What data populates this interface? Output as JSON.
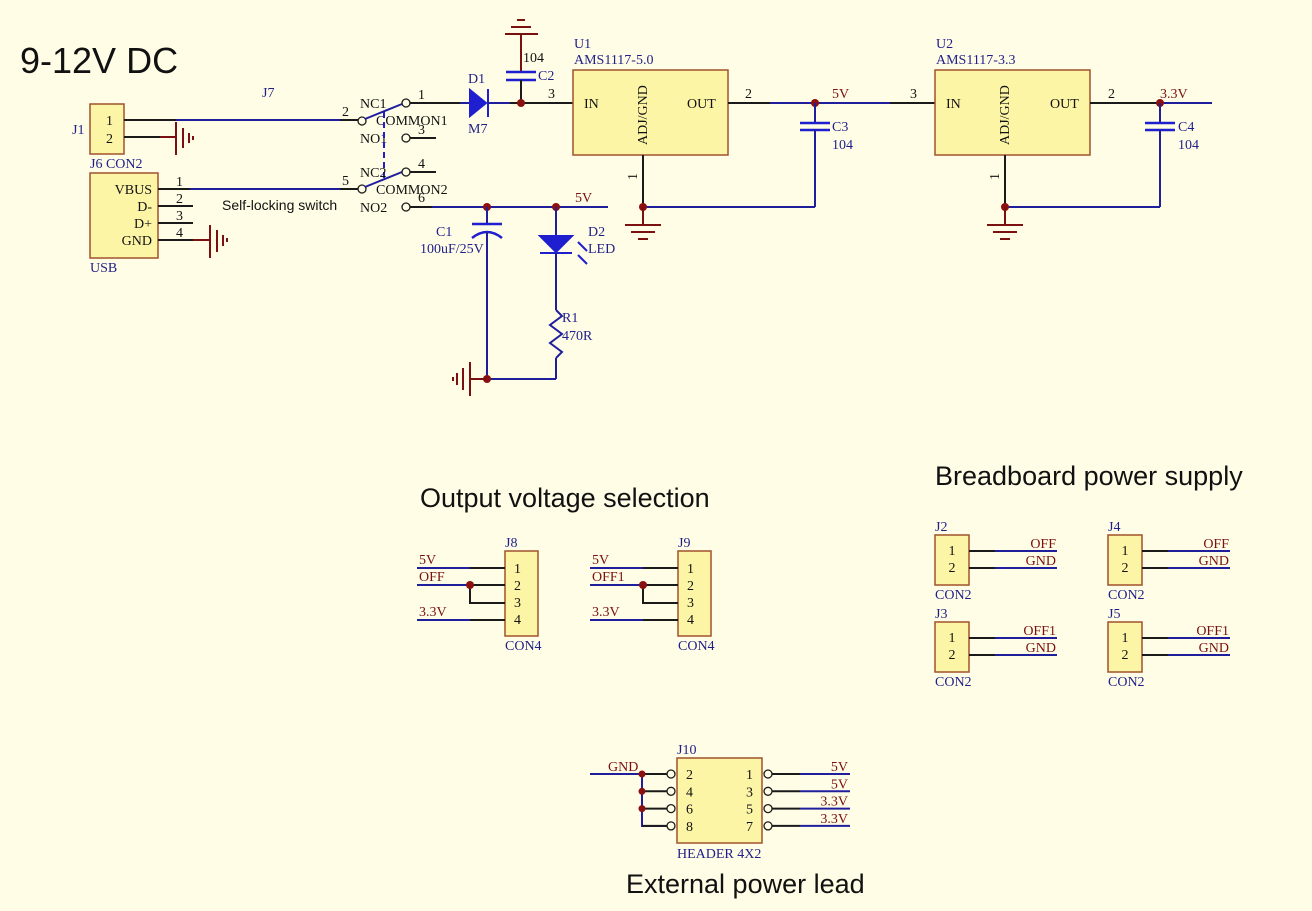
{
  "titles": {
    "input": "9-12V DC",
    "output_selection": "Output voltage selection",
    "breadboard": "Breadboard power supply",
    "external": "External power lead"
  },
  "j1": {
    "ref": "J1",
    "pins": [
      "1",
      "2"
    ],
    "value": "J6 CON2"
  },
  "usb": {
    "ref": "USB",
    "pins": [
      "VBUS",
      "D-",
      "D+",
      "GND"
    ],
    "pin_numbers": [
      "1",
      "2",
      "3",
      "4"
    ]
  },
  "j7": {
    "ref": "J7",
    "label": "Self-locking switch",
    "contacts": [
      "NC1",
      "COMMON1",
      "NO1",
      "NC2",
      "COMMON2",
      "NO2"
    ],
    "pin_numbers": [
      "1",
      "2",
      "3",
      "4",
      "5",
      "6"
    ]
  },
  "d1": {
    "ref": "D1",
    "value": "M7"
  },
  "c2": {
    "ref": "C2",
    "value": "104"
  },
  "u1": {
    "ref": "U1",
    "value": "AMS1117-5.0",
    "pins": {
      "in": "IN",
      "gnd": "ADJ/GND",
      "out": "OUT"
    },
    "pin_numbers": [
      "3",
      "1",
      "2"
    ]
  },
  "c3": {
    "ref": "C3",
    "value": "104"
  },
  "u2": {
    "ref": "U2",
    "value": "AMS1117-3.3",
    "pins": {
      "in": "IN",
      "gnd": "ADJ/GND",
      "out": "OUT"
    },
    "pin_numbers": [
      "3",
      "1",
      "2"
    ]
  },
  "c4": {
    "ref": "C4",
    "value": "104"
  },
  "c1": {
    "ref": "C1",
    "value": "100uF/25V"
  },
  "d2": {
    "ref": "D2",
    "value": "LED"
  },
  "r1": {
    "ref": "R1",
    "value": "470R"
  },
  "nets": {
    "v5": "5V",
    "v33": "3.3V",
    "off": "OFF",
    "off1": "OFF1",
    "gnd": "GND"
  },
  "j8": {
    "ref": "J8",
    "value": "CON4",
    "pins": [
      "1",
      "2",
      "3",
      "4"
    ],
    "nets": [
      "5V",
      "OFF",
      "3.3V"
    ]
  },
  "j9": {
    "ref": "J9",
    "value": "CON4",
    "pins": [
      "1",
      "2",
      "3",
      "4"
    ],
    "nets": [
      "5V",
      "OFF1",
      "3.3V"
    ]
  },
  "breadboard_connectors": [
    {
      "ref": "J2",
      "value": "CON2",
      "pins": [
        "1",
        "2"
      ],
      "nets": [
        "OFF",
        "GND"
      ]
    },
    {
      "ref": "J4",
      "value": "CON2",
      "pins": [
        "1",
        "2"
      ],
      "nets": [
        "OFF",
        "GND"
      ]
    },
    {
      "ref": "J3",
      "value": "CON2",
      "pins": [
        "1",
        "2"
      ],
      "nets": [
        "OFF1",
        "GND"
      ]
    },
    {
      "ref": "J5",
      "value": "CON2",
      "pins": [
        "1",
        "2"
      ],
      "nets": [
        "OFF1",
        "GND"
      ]
    }
  ],
  "j10": {
    "ref": "J10",
    "value": "HEADER 4X2",
    "left_pins": [
      "2",
      "4",
      "6",
      "8"
    ],
    "right_pins": [
      "1",
      "3",
      "5",
      "7"
    ],
    "left_net": "GND",
    "right_nets": [
      "5V",
      "5V",
      "3.3V",
      "3.3V"
    ]
  }
}
